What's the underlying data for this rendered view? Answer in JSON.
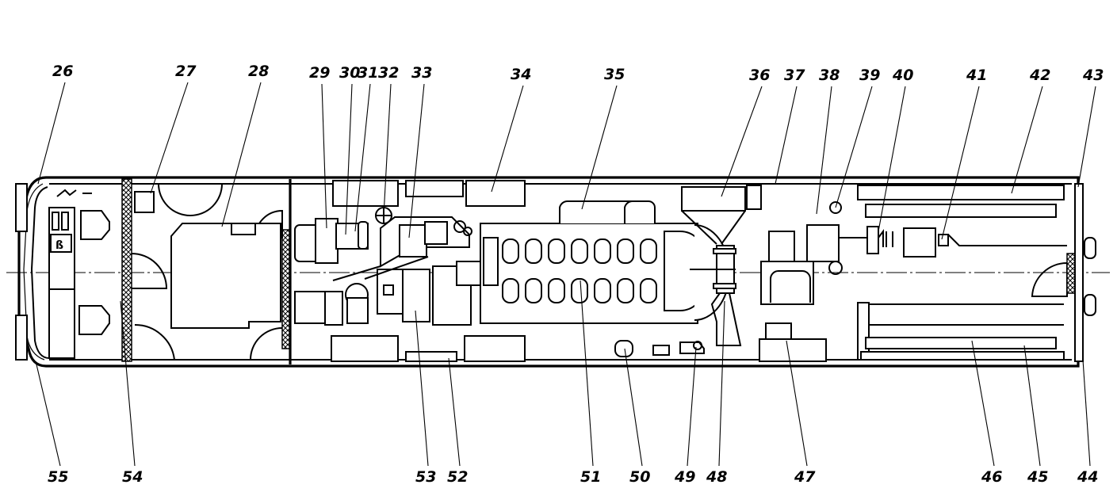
{
  "figure": {
    "type": "locomotive equipment layout (plan view)",
    "callouts_top": [
      "26",
      "27",
      "28",
      "29",
      "30",
      "31",
      "32",
      "33",
      "34",
      "35",
      "36",
      "37",
      "38",
      "39",
      "40",
      "41",
      "42",
      "43"
    ],
    "callouts_bottom": [
      "55",
      "54",
      "53",
      "52",
      "51",
      "50",
      "49",
      "48",
      "47",
      "46",
      "45",
      "44"
    ],
    "cab_panel_marking": "ß"
  },
  "colors": {
    "ink": "#000000",
    "paper": "#ffffff"
  }
}
